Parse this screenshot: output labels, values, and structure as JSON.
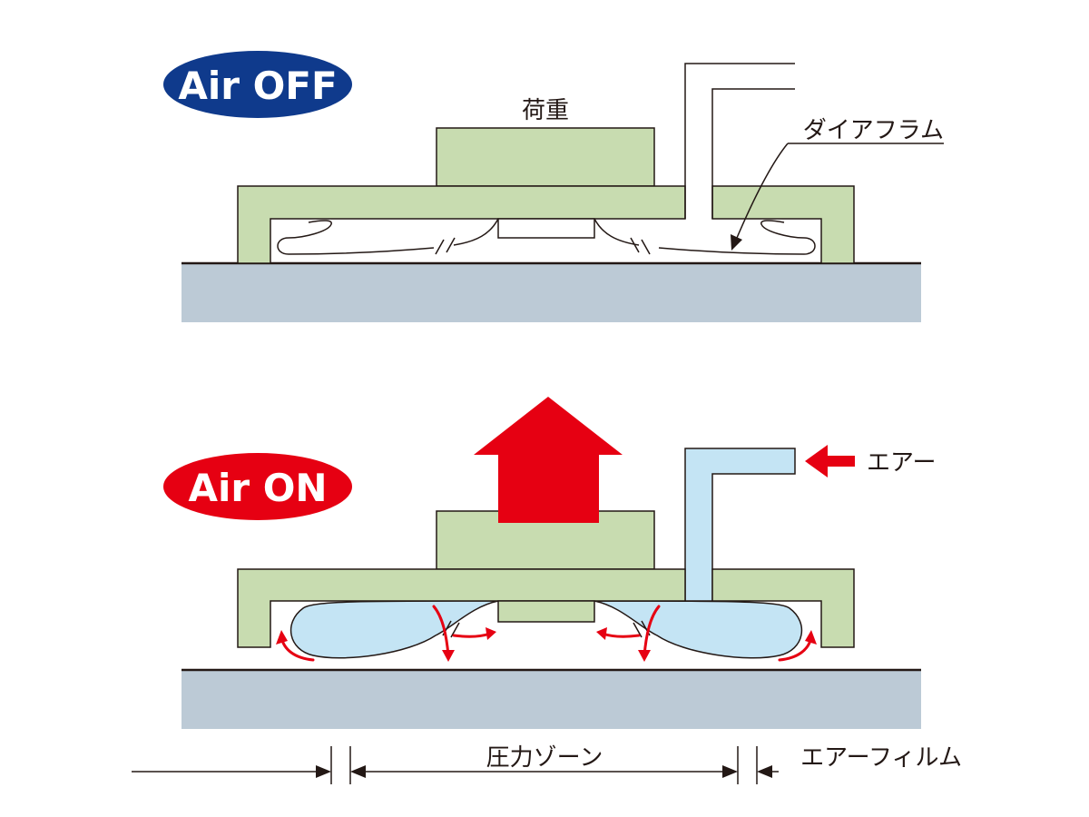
{
  "top": {
    "badge": "Air OFF",
    "load_label": "荷重",
    "diaphragm_label": "ダイアフラム"
  },
  "bottom": {
    "badge": "Air ON",
    "air_label": "エアー"
  },
  "zones": {
    "pressure_zone": "圧力ゾーン",
    "air_film": "エアーフィルム"
  },
  "colors": {
    "badge_off": "#0f3a8c",
    "badge_on": "#e60012",
    "frame_fill": "#c8dcb0",
    "ground_fill": "#bccad6",
    "air_fill": "#c4e4f4",
    "arrow_red": "#e60012",
    "line": "#231815"
  }
}
